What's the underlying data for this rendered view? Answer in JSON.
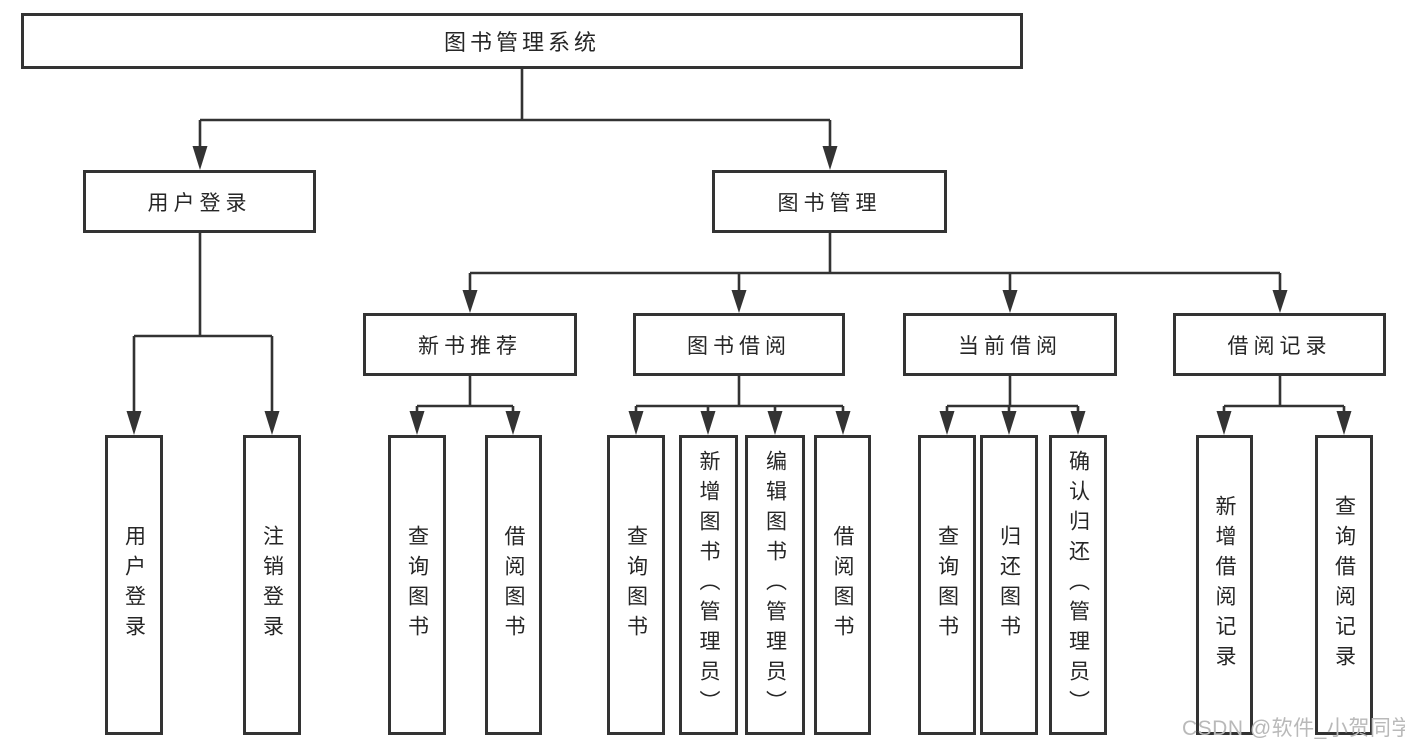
{
  "diagram": {
    "title": "图书管理系统",
    "watermark": "CSDN @软件_小贺同学"
  },
  "nodes": {
    "root": {
      "label": "图书管理系统"
    },
    "level2": [
      {
        "label": "用户登录",
        "parent": "图书管理系统"
      },
      {
        "label": "图书管理",
        "parent": "图书管理系统"
      }
    ],
    "level3": [
      {
        "label": "新书推荐",
        "parent": "图书管理"
      },
      {
        "label": "图书借阅",
        "parent": "图书管理"
      },
      {
        "label": "当前借阅",
        "parent": "图书管理"
      },
      {
        "label": "借阅记录",
        "parent": "图书管理"
      }
    ],
    "leaves": [
      {
        "label": "用户登录",
        "parent": "用户登录"
      },
      {
        "label": "注销登录",
        "parent": "用户登录"
      },
      {
        "label": "查询图书",
        "parent": "新书推荐"
      },
      {
        "label": "借阅图书",
        "parent": "新书推荐"
      },
      {
        "label": "查询图书",
        "parent": "图书借阅"
      },
      {
        "label": "新增图书（管理员）",
        "parent": "图书借阅"
      },
      {
        "label": "编辑图书（管理员）",
        "parent": "图书借阅"
      },
      {
        "label": "借阅图书",
        "parent": "图书借阅"
      },
      {
        "label": "查询图书",
        "parent": "当前借阅"
      },
      {
        "label": "归还图书",
        "parent": "当前借阅"
      },
      {
        "label": "确认归还（管理员）",
        "parent": "当前借阅"
      },
      {
        "label": "新增借阅记录",
        "parent": "借阅记录"
      },
      {
        "label": "查询借阅记录",
        "parent": "借阅记录"
      }
    ]
  },
  "colors": {
    "line": "#333333",
    "text": "#262626",
    "box_background": "#ffffff",
    "watermark": "#b9b9b9",
    "background": "#ffffff"
  }
}
